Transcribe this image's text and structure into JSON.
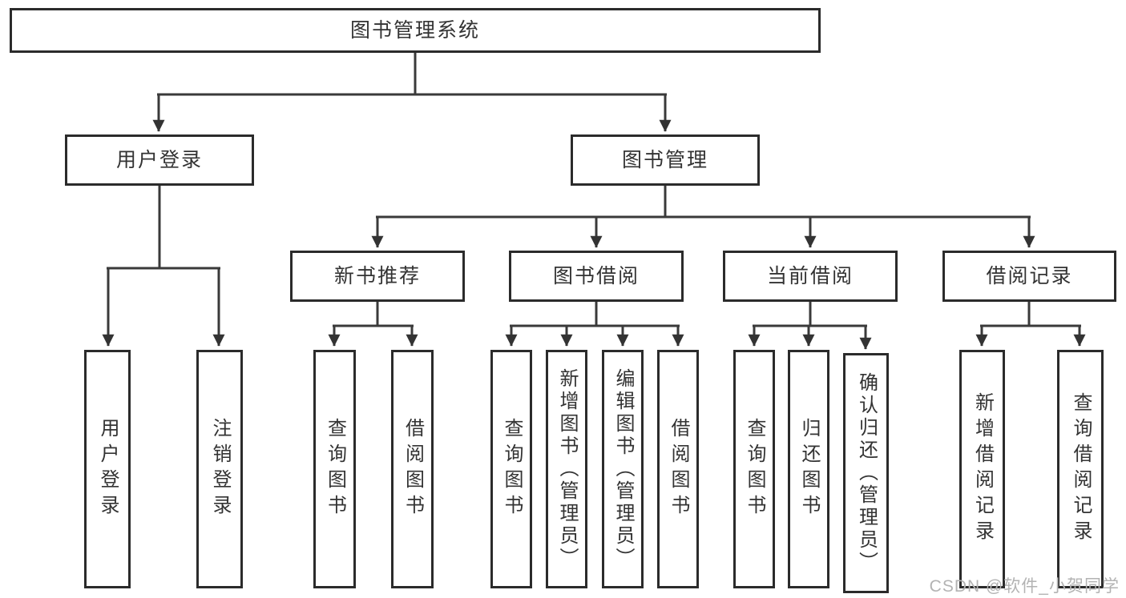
{
  "tree": {
    "root": "图书管理系统",
    "level2": [
      {
        "label": "用户登录",
        "leaves": [
          "用户登录",
          "注销登录"
        ]
      },
      {
        "label": "图书管理",
        "groups": [
          {
            "label": "新书推荐",
            "leaves": [
              "查询图书",
              "借阅图书"
            ]
          },
          {
            "label": "图书借阅",
            "leaves": [
              "查询图书",
              "新增图书（管理员）",
              "编辑图书（管理员）",
              "借阅图书"
            ]
          },
          {
            "label": "当前借阅",
            "leaves": [
              "查询图书",
              "归还图书",
              "确认归还（管理员）"
            ]
          },
          {
            "label": "借阅记录",
            "leaves": [
              "新增借阅记录",
              "查询借阅记录"
            ]
          }
        ]
      }
    ]
  },
  "watermark": {
    "text": "CSDN @软件_小贺同学"
  },
  "colors": {
    "line": "#3a3a3a",
    "box_border": "#2b2b2b",
    "text": "#333333",
    "watermark": "#b3b3b3",
    "background": "#ffffff"
  }
}
